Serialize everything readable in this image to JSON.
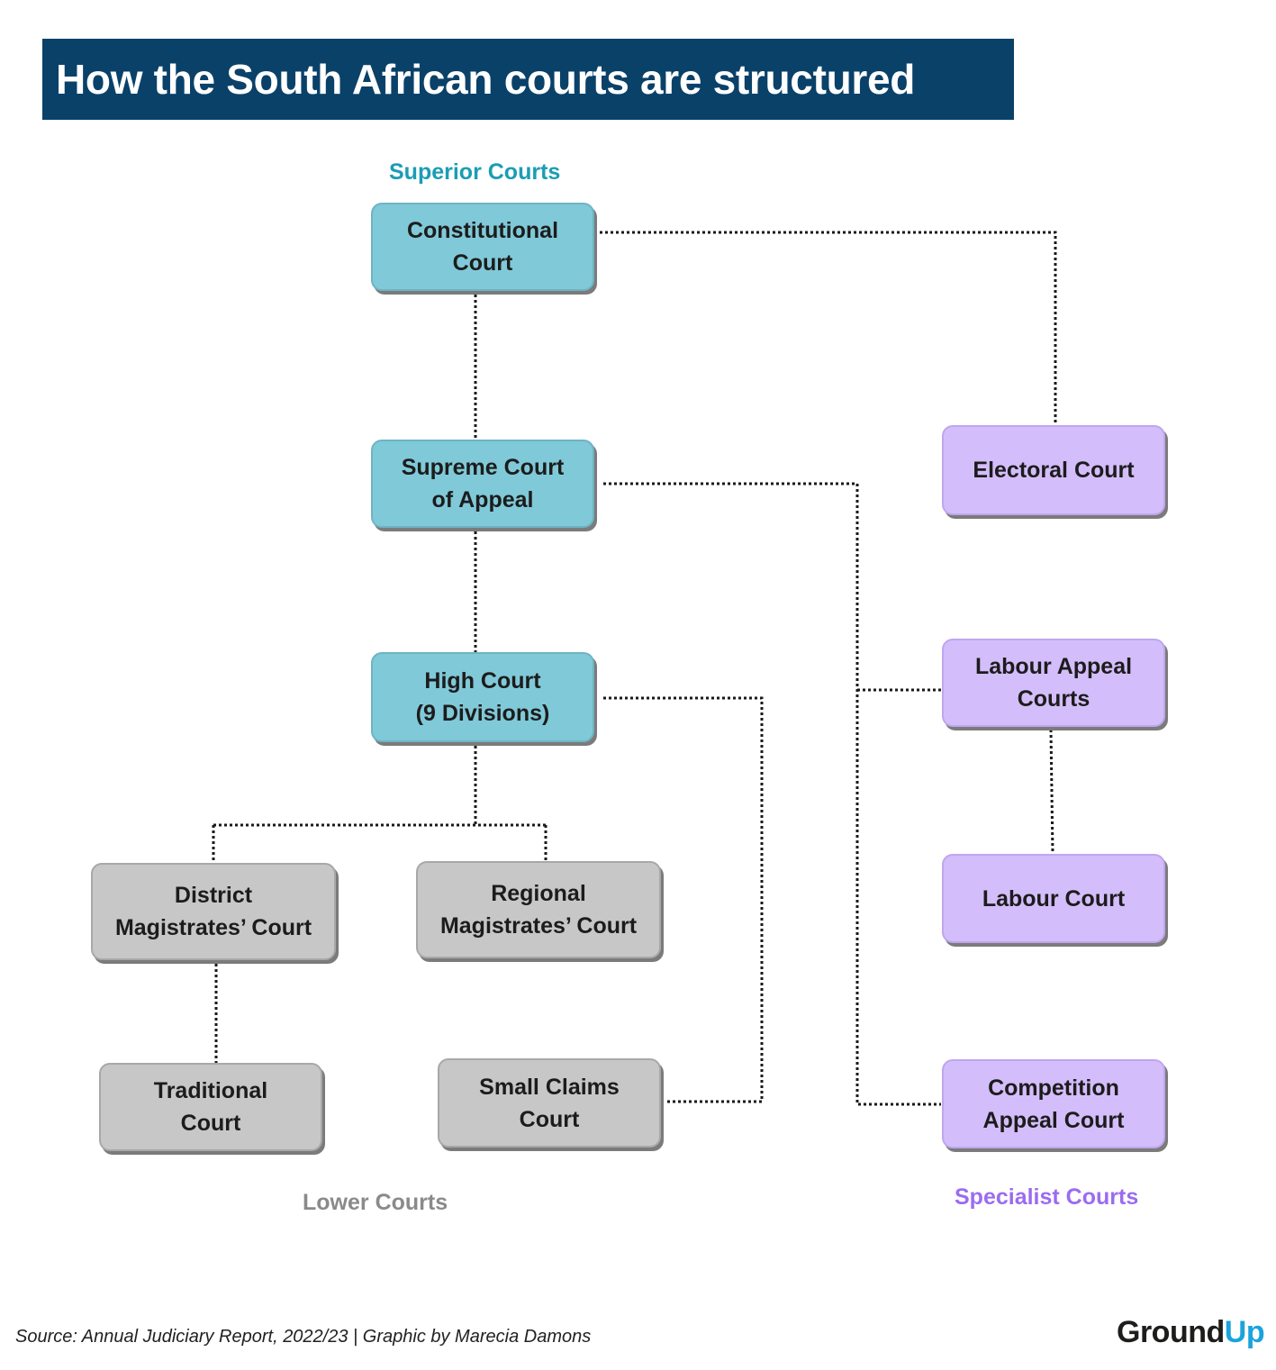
{
  "title": "How the South African courts are structured",
  "groups": {
    "superior": {
      "label": "Superior Courts",
      "color": "#1a9db4"
    },
    "specialist": {
      "label": "Specialist Courts",
      "color": "#9b6cf0"
    },
    "lower": {
      "label": "Lower Courts",
      "color": "#8a8a8a"
    }
  },
  "courts": {
    "constitutional": "Constitutional\nCourt",
    "supreme_appeal": "Supreme Court\nof Appeal",
    "high": "High Court\n(9 Divisions)",
    "district": "District\nMagistrates’ Court",
    "regional": "Regional\nMagistrates’ Court",
    "traditional": "Traditional\nCourt",
    "small_claims": "Small Claims\nCourt",
    "electoral": "Electoral Court",
    "labour_appeal": "Labour Appeal\nCourts",
    "labour": "Labour Court",
    "competition_appeal": "Competition\nAppeal Court"
  },
  "colors": {
    "superior_fill": "#80c9d8",
    "specialist_fill": "#d4bdfb",
    "lower_fill": "#c7c7c7",
    "title_bar": "#0a4169",
    "connector": "#1a1a1a"
  },
  "footer": {
    "source": "Source: Annual Judiciary Report, 2022/23 | Graphic by Marecia Damons"
  },
  "logo": {
    "ground": "Ground",
    "up": "Up"
  }
}
